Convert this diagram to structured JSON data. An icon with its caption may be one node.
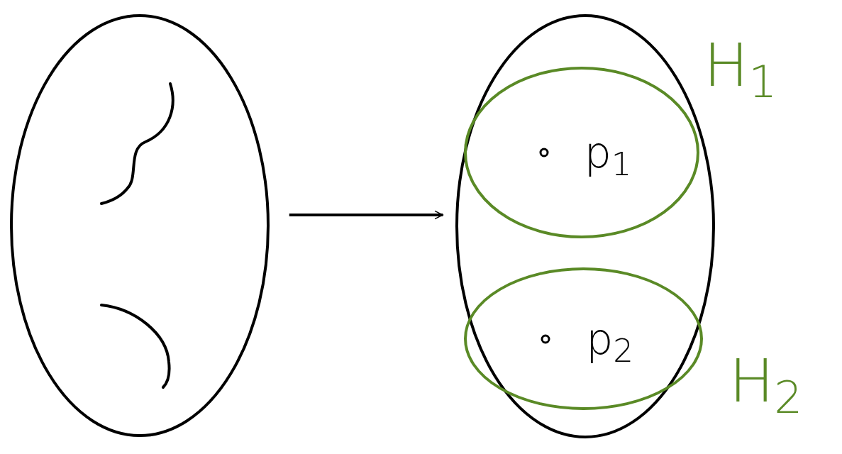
{
  "diagram": {
    "nodes": [
      {
        "text": [],
        "shape": "ellipse"
      },
      {
        "text": [],
        "shape": "ellipse"
      },
      {
        "text": [
          "p$_{1}$"
        ],
        "in": 1,
        "beside": [
          "H$_{1}$"
        ]
      },
      {
        "text": [
          "p$_{2}$"
        ],
        "in": 1,
        "beside": [
          "H$_{2}$"
        ]
      }
    ],
    "edges": [
      {
        "from": 0,
        "to": 1,
        "arrow": "to"
      }
    ]
  }
}
